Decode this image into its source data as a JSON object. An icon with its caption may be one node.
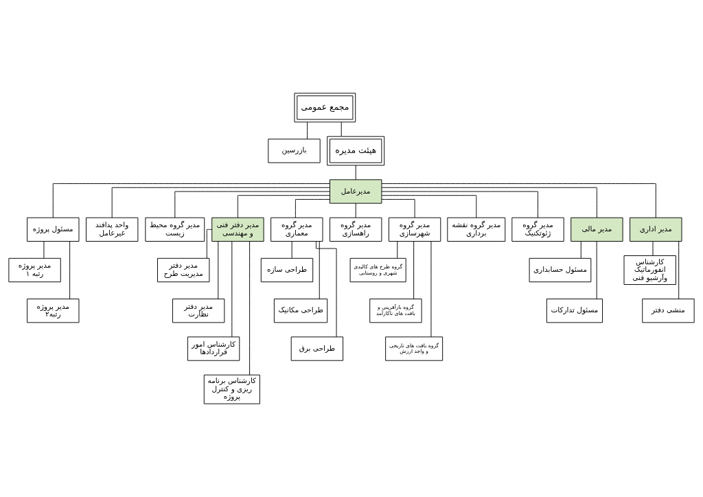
{
  "diagram": {
    "nodes": [
      {
        "text": [
          "مجمع عمومی"
        ]
      },
      {
        "text": [
          "بازرسین"
        ]
      },
      {
        "text": [
          "هیئت مدیره"
        ]
      },
      {
        "text": [
          "مدیرعامل"
        ]
      },
      {
        "text": [
          "مسئول پروژه"
        ]
      },
      {
        "text": [
          "واحد پدافند غیرعامل"
        ]
      },
      {
        "text": [
          "مدیر گروه محیط زیست"
        ]
      },
      {
        "text": [
          "مدیر دفتر فنی و مهندسی"
        ]
      },
      {
        "text": [
          "مدیر گروه معماری"
        ]
      },
      {
        "text": [
          "مدیر گروه راهسازی"
        ]
      },
      {
        "text": [
          "مدیر گروه شهرسازی"
        ]
      },
      {
        "text": [
          "مدیر گروه نقشه برداری"
        ]
      },
      {
        "text": [
          "مدیر گروه ژئوتکنیک"
        ]
      },
      {
        "text": [
          "مدیر مالی"
        ]
      },
      {
        "text": [
          "مدیر اداری"
        ]
      },
      {
        "text": [
          "مدیر پروژه رتبه ۱"
        ]
      },
      {
        "text": [
          "مدیر پروژه رتبه۲"
        ]
      },
      {
        "text": [
          "مدیر دفتر مدیریت طرح"
        ]
      },
      {
        "text": [
          "مدیر دفتر نظارت"
        ]
      },
      {
        "text": [
          "کارشناس امور قراردادها"
        ]
      },
      {
        "text": [
          "کارشناس برنامه ریزی و کنترل پروژه"
        ]
      },
      {
        "text": [
          "طراحی سازه"
        ]
      },
      {
        "text": [
          "طراحی مکانیک"
        ]
      },
      {
        "text": [
          "طراحی برق"
        ]
      },
      {
        "text": [
          "گروه طرح های کالبدی شهری و روستایی"
        ]
      },
      {
        "text": [
          "گروه بازآفرینی و بافت های ناکارآمد"
        ]
      },
      {
        "text": [
          "گروه بافت های تاریخی و واجد ارزش"
        ]
      },
      {
        "text": [
          "مسئول حسابداری"
        ]
      },
      {
        "text": [
          "مسئول تدارکات"
        ]
      },
      {
        "text": [
          "کارشناس انفورماتیک وآرشیو فنی"
        ]
      },
      {
        "text": [
          "منشی دفتر"
        ]
      }
    ],
    "edges": [
      {
        "from": 0,
        "to": 1,
        "arrow": "none"
      },
      {
        "from": 0,
        "to": 2,
        "arrow": "none"
      },
      {
        "from": 2,
        "to": 3,
        "arrow": "none"
      },
      {
        "from": 3,
        "to": 4,
        "arrow": "none"
      },
      {
        "from": 3,
        "to": 5,
        "arrow": "none"
      },
      {
        "from": 3,
        "to": 6,
        "arrow": "none"
      },
      {
        "from": 3,
        "to": 7,
        "arrow": "none"
      },
      {
        "from": 3,
        "to": 8,
        "arrow": "none"
      },
      {
        "from": 3,
        "to": 9,
        "arrow": "none"
      },
      {
        "from": 3,
        "to": 10,
        "arrow": "none"
      },
      {
        "from": 3,
        "to": 11,
        "arrow": "none"
      },
      {
        "from": 3,
        "to": 12,
        "arrow": "none"
      },
      {
        "from": 3,
        "to": 13,
        "arrow": "none"
      },
      {
        "from": 3,
        "to": 14,
        "arrow": "none"
      },
      {
        "from": 4,
        "to": 15,
        "arrow": "none"
      },
      {
        "from": 4,
        "to": 16,
        "arrow": "none"
      },
      {
        "from": 7,
        "to": 17,
        "arrow": "none"
      },
      {
        "from": 7,
        "to": 18,
        "arrow": "none"
      },
      {
        "from": 7,
        "to": 19,
        "arrow": "none"
      },
      {
        "from": 7,
        "to": 20,
        "arrow": "none"
      },
      {
        "from": 8,
        "to": 21,
        "arrow": "none"
      },
      {
        "from": 8,
        "to": 22,
        "arrow": "none"
      },
      {
        "from": 8,
        "to": 23,
        "arrow": "none"
      },
      {
        "from": 10,
        "to": 24,
        "arrow": "none"
      },
      {
        "from": 10,
        "to": 25,
        "arrow": "none"
      },
      {
        "from": 10,
        "to": 26,
        "arrow": "none"
      },
      {
        "from": 13,
        "to": 27,
        "arrow": "none"
      },
      {
        "from": 13,
        "to": 28,
        "arrow": "none"
      },
      {
        "from": 14,
        "to": 29,
        "arrow": "none"
      },
      {
        "from": 14,
        "to": 30,
        "arrow": "none"
      }
    ]
  }
}
